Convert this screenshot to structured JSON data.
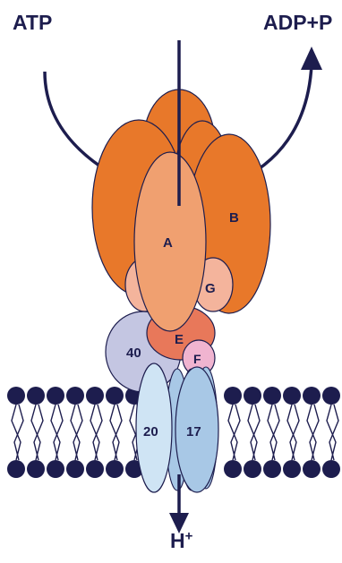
{
  "labels": {
    "atp": "ATP",
    "adp": "ADP+P",
    "proton": "H",
    "proton_charge": "+"
  },
  "subunits": {
    "a": "A",
    "b": "B",
    "g": "G",
    "e": "E",
    "f": "F",
    "d40": "40",
    "c20": "20",
    "c17": "17"
  },
  "colors": {
    "orange_dark": "#e8782a",
    "orange_light": "#f0a070",
    "subunit_e": "#e8785a",
    "subunit_g": "#f4b49c",
    "subunit_f": "#f0b4d0",
    "subunit_40": "#c4c6e2",
    "subunit_20": "#cfe4f4",
    "subunit_17": "#a8c8e6",
    "navy": "#1d1d4e"
  }
}
